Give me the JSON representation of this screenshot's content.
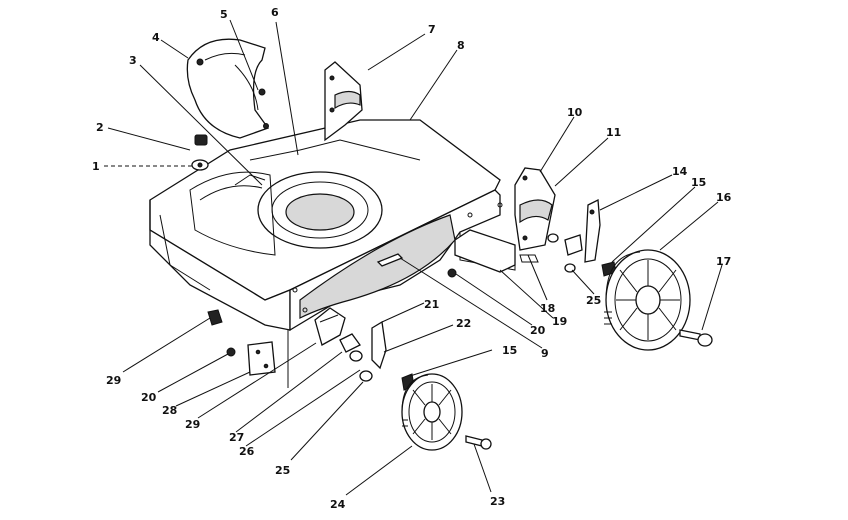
{
  "diagram": {
    "callouts": [
      {
        "id": "c1",
        "label": "1"
      },
      {
        "id": "c2",
        "label": "2"
      },
      {
        "id": "c3",
        "label": "3"
      },
      {
        "id": "c4",
        "label": "4"
      },
      {
        "id": "c5",
        "label": "5"
      },
      {
        "id": "c6",
        "label": "6"
      },
      {
        "id": "c7",
        "label": "7"
      },
      {
        "id": "c8",
        "label": "8"
      },
      {
        "id": "c10",
        "label": "10"
      },
      {
        "id": "c11",
        "label": "11"
      },
      {
        "id": "c14",
        "label": "14"
      },
      {
        "id": "c15a",
        "label": "15"
      },
      {
        "id": "c16",
        "label": "16"
      },
      {
        "id": "c17",
        "label": "17"
      },
      {
        "id": "c18",
        "label": "18"
      },
      {
        "id": "c25a",
        "label": "25"
      },
      {
        "id": "c19",
        "label": "19"
      },
      {
        "id": "c20a",
        "label": "20"
      },
      {
        "id": "c9",
        "label": "9"
      },
      {
        "id": "c21",
        "label": "21"
      },
      {
        "id": "c22",
        "label": "22"
      },
      {
        "id": "c15b",
        "label": "15"
      },
      {
        "id": "c29a",
        "label": "29"
      },
      {
        "id": "c20b",
        "label": "20"
      },
      {
        "id": "c28",
        "label": "28"
      },
      {
        "id": "c29b",
        "label": "29"
      },
      {
        "id": "c27",
        "label": "27"
      },
      {
        "id": "c26",
        "label": "26"
      },
      {
        "id": "c25b",
        "label": "25"
      },
      {
        "id": "c24",
        "label": "24"
      },
      {
        "id": "c23",
        "label": "23"
      }
    ]
  }
}
